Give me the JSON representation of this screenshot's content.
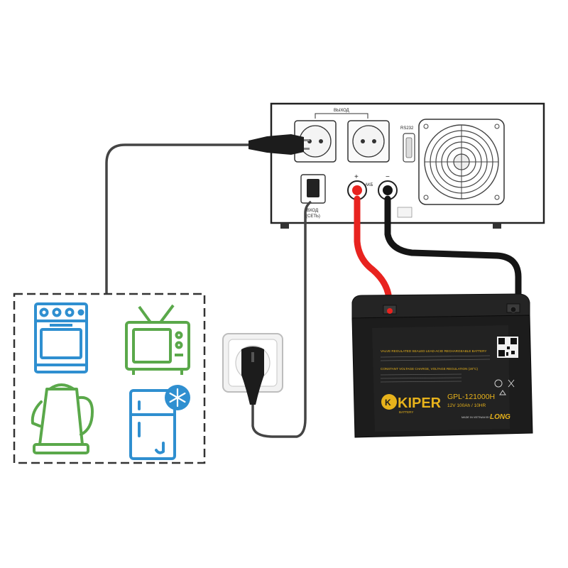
{
  "inverter": {
    "output_label": "ВЫХОД",
    "rs_label": "RS232",
    "input_label": "ВХОД",
    "input_sub": "(СЕТЬ)",
    "akb_label": "АКБ",
    "plus": "+",
    "minus": "−"
  },
  "battery": {
    "brand": "KIPER",
    "brand_sub": "BATTERY",
    "model": "GPL-121000H",
    "spec": "12V 100Ah / 10HR",
    "maker": "LONG",
    "made_in": "MADE IN VIETNAM BY",
    "header_line": "VALVE REGULATED SEALED LEAD-ACID RECHARGEABLE BATTERY",
    "charge_line": "CONSTANT VOLTAGE CHARGE, VOLTAGE REGULATION (20°C)"
  },
  "appliances": [
    {
      "name": "oven",
      "color": "#2f8fd0"
    },
    {
      "name": "tv",
      "color": "#5aa84a"
    },
    {
      "name": "kettle",
      "color": "#5aa84a"
    },
    {
      "name": "fridge",
      "color": "#2f8fd0"
    }
  ],
  "colors": {
    "red_cable": "#e8231f",
    "black_cable": "#151515",
    "gray_cable": "#444444",
    "battery_body": "#1c1c1c",
    "battery_accent": "#e7b21b"
  }
}
